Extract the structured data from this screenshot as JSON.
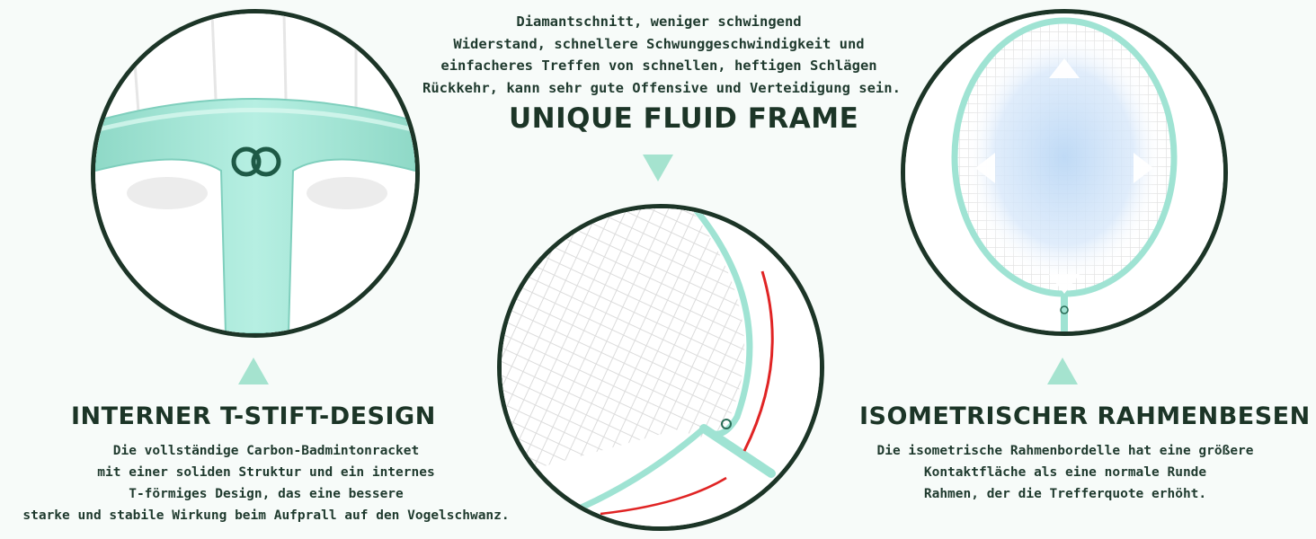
{
  "top": {
    "lines": [
      "Diamantschnitt, weniger schwingend",
      "Widerstand, schnellere Schwunggeschwindigkeit und",
      "einfacheres Treffen von schnellen, heftigen Schlägen",
      "Rückkehr, kann sehr gute Offensive und Verteidigung sein."
    ],
    "heading": "UNIQUE FLUID FRAME"
  },
  "left": {
    "heading": "INTERNER T-STIFT-DESIGN",
    "lines": [
      "Die vollständige Carbon-Badmintonracket",
      "mit einer soliden Struktur und ein internes",
      "T-förmiges Design, das eine bessere",
      "starke und stabile Wirkung beim Aufprall auf den Vogelschwanz."
    ]
  },
  "right": {
    "heading": "ISOMETRISCHER RAHMENBESEN",
    "lines": [
      "Die isometrische Rahmenbordelle hat eine größere",
      "Kontaktfläche als eine normale Runde",
      "Rahmen, der die Trefferquote erhöht."
    ]
  },
  "colors": {
    "frame": "#9fe3d3",
    "ring": "#1c3527",
    "accent_triangle": "#a5e3cf",
    "curve": "#e02424",
    "glow": "#cfe2f7"
  },
  "icons": {
    "logo": "cg-logo-icon",
    "triangles": [
      "triangle-up-icon",
      "triangle-down-icon",
      "triangle-up-icon"
    ],
    "arrows": [
      "arrow-up-icon",
      "arrow-left-icon",
      "arrow-right-icon",
      "arrow-down-icon"
    ]
  }
}
